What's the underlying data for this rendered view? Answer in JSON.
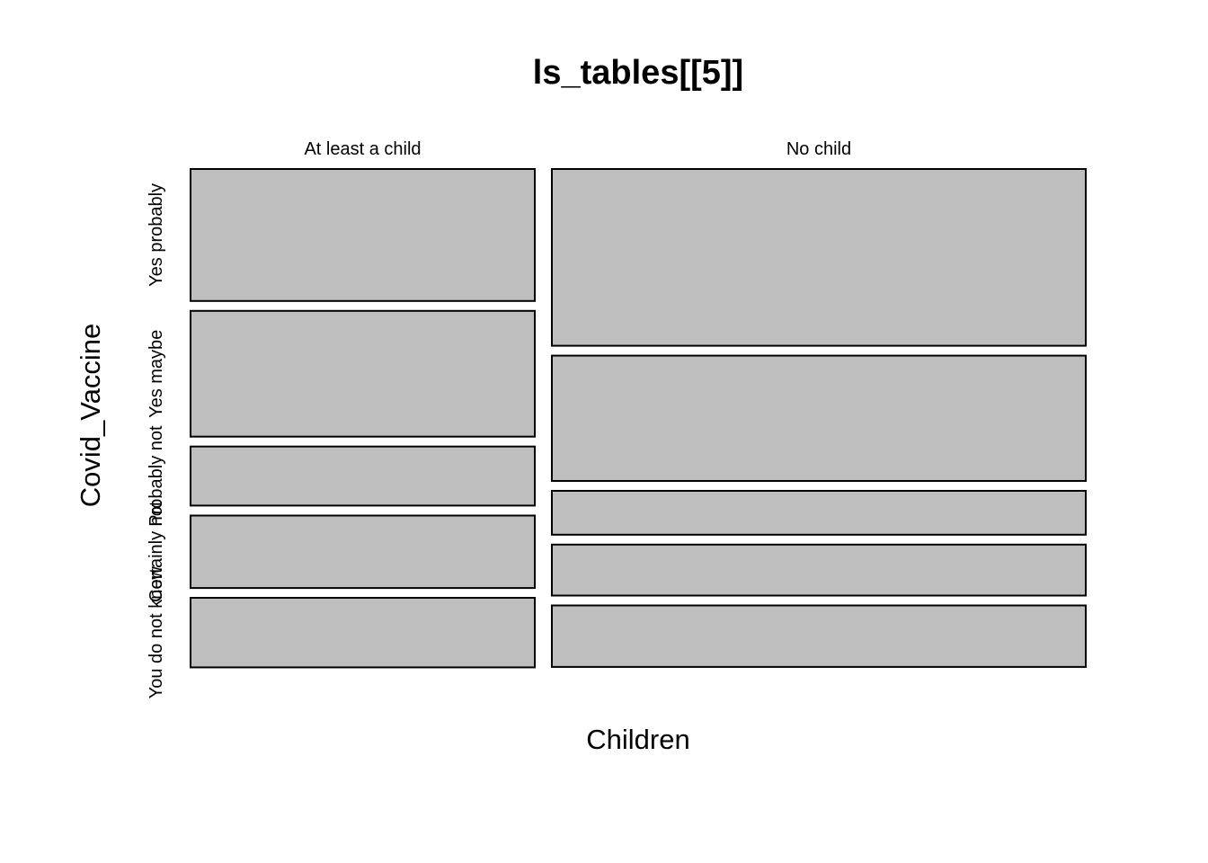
{
  "chart_data": {
    "type": "mosaic",
    "title": "ls_tables[[5]]",
    "xlabel": "Children",
    "ylabel": "Covid_Vaccine",
    "categories": [
      "At least a child",
      "No child"
    ],
    "column_shares": [
      0.392,
      0.608
    ],
    "rows": [
      "Yes probably",
      "Yes maybe",
      "Probably not",
      "Certainly not",
      "You do not know"
    ],
    "series": [
      {
        "column": "At least a child",
        "values": [
          0.277,
          0.264,
          0.124,
          0.152,
          0.146
        ]
      },
      {
        "column": "No child",
        "values": [
          0.371,
          0.263,
          0.092,
          0.107,
          0.129
        ]
      }
    ],
    "tile_color": "#bebebe",
    "border_color": "#000000",
    "background_color": "#ffffff",
    "grid": false,
    "legend": "none"
  }
}
